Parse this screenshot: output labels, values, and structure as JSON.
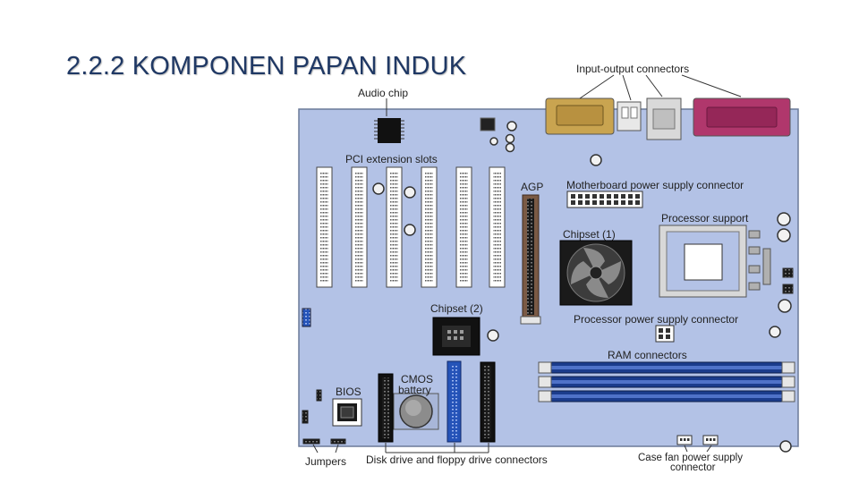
{
  "slide": {
    "title": "2.2.2 KOMPONEN PAPAN INDUK"
  },
  "labels": {
    "io": "Input-output connectors",
    "audio": "Audio chip",
    "pci": "PCI extension slots",
    "agp": "AGP",
    "mb_power": "Motherboard power supply connector",
    "proc_support": "Processor support",
    "chipset1": "Chipset (1)",
    "chipset2": "Chipset (2)",
    "proc_power": "Processor power supply connector",
    "ram": "RAM connectors",
    "cmos_1": "CMOS",
    "cmos_2": "battery",
    "bios": "BIOS",
    "jumpers": "Jumpers",
    "disk": "Disk drive and floppy drive connectors",
    "fan_1": "Case fan power supply",
    "fan_2": "connector"
  },
  "colors": {
    "board": "#b3c2e6",
    "board_border": "#6b7a99",
    "title": "#1f3864",
    "ram_slot": "#1b3c8c",
    "serial_port": "#c9a450",
    "parallel_port": "#b0376c",
    "agp_slot": "#7a5a45"
  }
}
